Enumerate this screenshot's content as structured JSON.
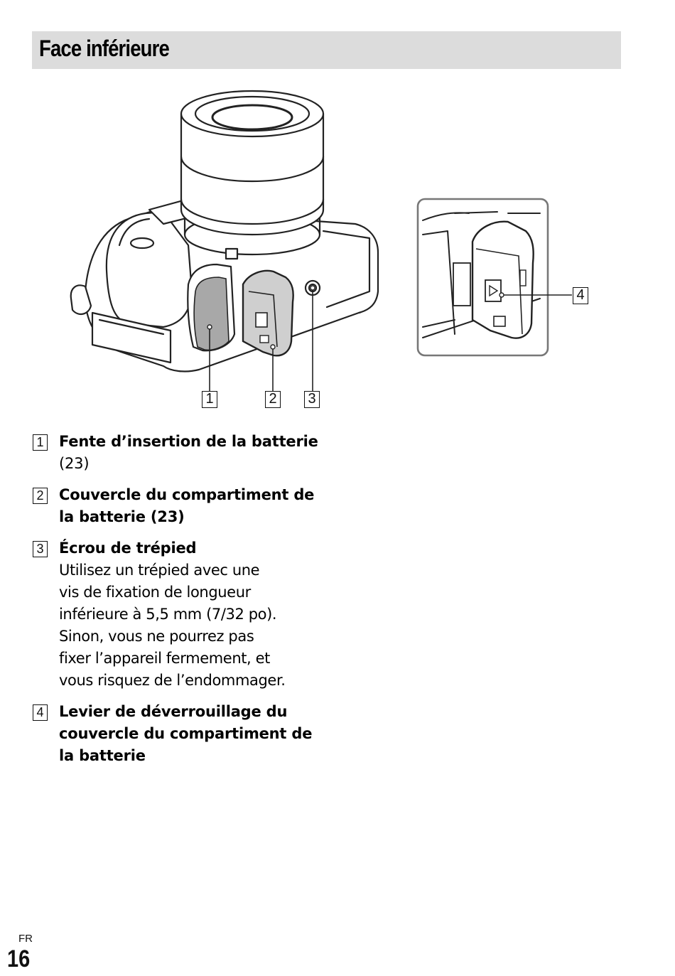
{
  "header": {
    "title": "Face inférieure"
  },
  "figure": {
    "callouts": [
      "1",
      "2",
      "3",
      "4"
    ]
  },
  "legend": [
    {
      "num": "1",
      "lines": [
        "Fente d’insertion de la batterie",
        "(23)"
      ]
    },
    {
      "num": "2",
      "lines": [
        "Couvercle du compartiment de",
        "la batterie (23)"
      ]
    },
    {
      "num": "3",
      "lines": [
        "Écrou de trépied"
      ],
      "body": [
        "Utilisez un trépied avec une",
        "vis de fixation de longueur",
        "inférieure à 5,5 mm (7/32 po).",
        "Sinon, vous ne pourrez pas",
        "fixer l’appareil fermement, et",
        "vous risquez de l’endommager."
      ]
    },
    {
      "num": "4",
      "lines": [
        "Levier de déverrouillage du",
        "couvercle du compartiment de",
        "la batterie"
      ]
    }
  ],
  "footer": {
    "lang": "FR",
    "page": "16"
  },
  "colors": {
    "header_bg": "#dcdcdc",
    "battery_slot": "#a8a8a8",
    "cover_fill": "#cfcfcf"
  }
}
